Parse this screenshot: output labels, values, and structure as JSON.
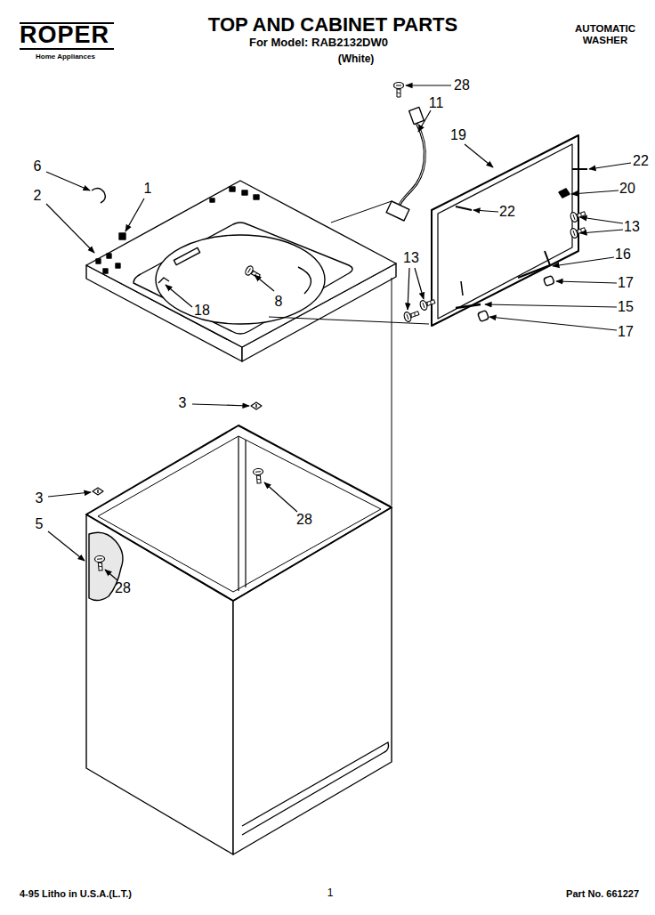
{
  "diagram": {
    "title": "TOP AND CABINET PARTS",
    "labels": [
      "ROPER",
      "Home Appliances",
      "For Model: RAB2132DW0",
      "(White)",
      "AUTOMATIC WASHER",
      "28",
      "11",
      "19",
      "6",
      "22",
      "1",
      "20",
      "2",
      "22",
      "13",
      "16",
      "13",
      "17",
      "8",
      "15",
      "18",
      "17",
      "3",
      "28",
      "3",
      "5",
      "28",
      "4-95 Litho in U.S.A.(L.T.)",
      "1",
      "Part No. 661227"
    ]
  }
}
